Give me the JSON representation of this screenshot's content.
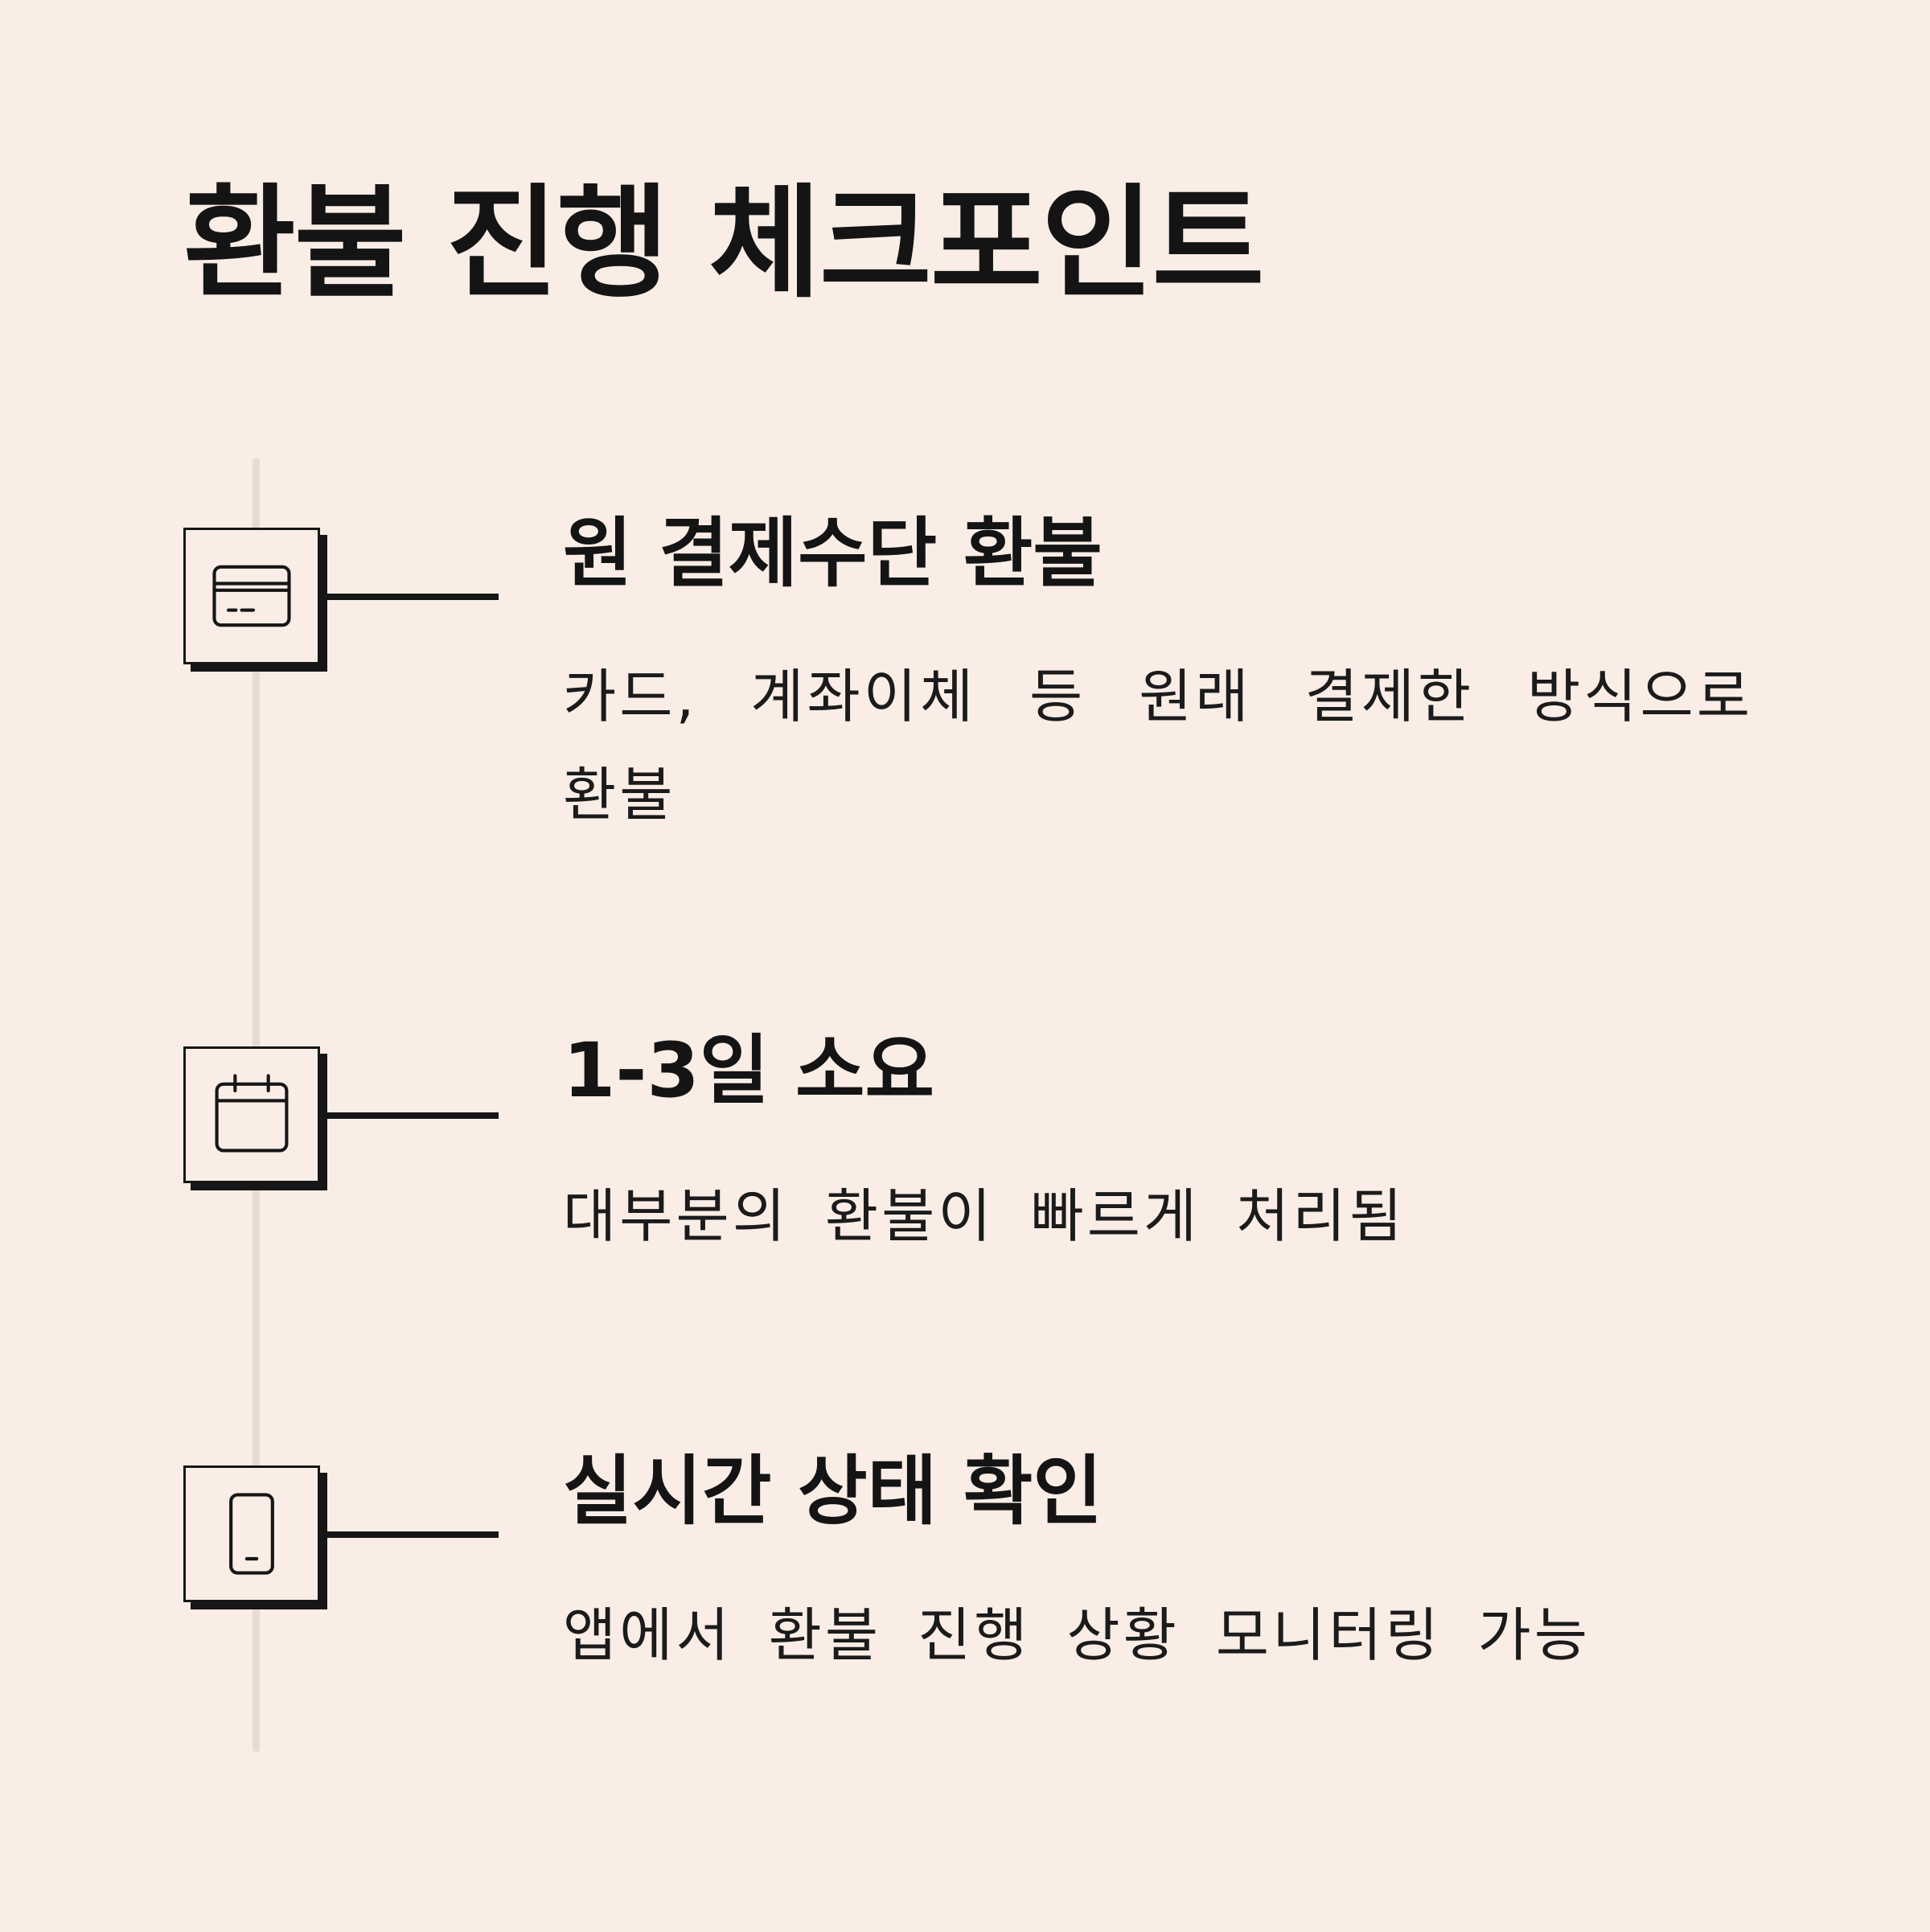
{
  "page": {
    "title": "환불 진행 체크포인트"
  },
  "colors": {
    "background": "#f9ede6",
    "ink": "#161616",
    "timeline": "#e7dbd3"
  },
  "checkpoints": [
    {
      "icon": "credit-card-icon",
      "title": "원 결제수단 환불",
      "description": "카드, 계좌이체 등 원래 결제한 방식으로 환불"
    },
    {
      "icon": "calendar-icon",
      "title": "1-3일 소요",
      "description": "대부분의 환불이 빠르게 처리됨"
    },
    {
      "icon": "smartphone-icon",
      "title": "실시간 상태 확인",
      "description": "앱에서 환불 진행 상황 모니터링 가능"
    }
  ]
}
